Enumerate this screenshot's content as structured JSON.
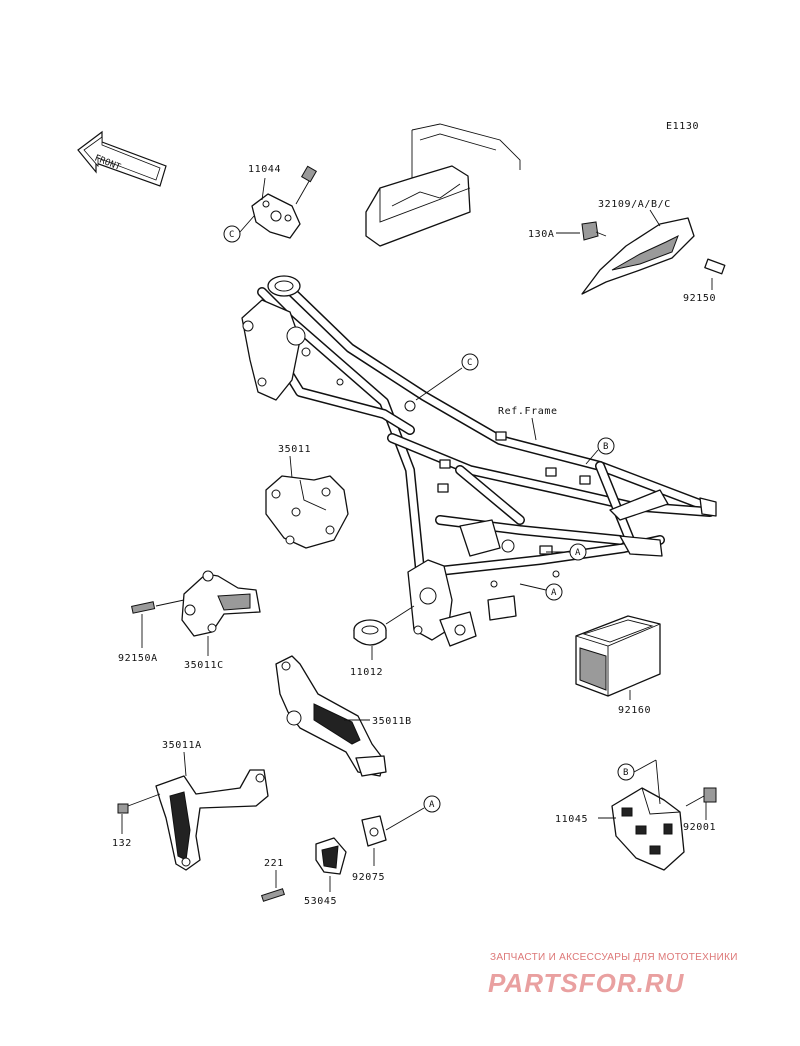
{
  "diagram": {
    "code": "E1130",
    "front_marker": "FRONT",
    "frame_label": "Ref.Frame"
  },
  "parts": {
    "p11044": "11044",
    "p32109": "32109/A/B/C",
    "p130A": "130A",
    "p92150": "92150",
    "p35011": "35011",
    "p92150A": "92150A",
    "p35011C": "35011C",
    "p11012": "11012",
    "p92160": "92160",
    "p35011B": "35011B",
    "p35011A": "35011A",
    "p132": "132",
    "p221": "221",
    "p53045": "53045",
    "p92075": "92075",
    "p11045": "11045",
    "p92001": "92001"
  },
  "callouts": {
    "A": "A",
    "B": "B",
    "C": "C"
  },
  "watermark": {
    "tagline": "ЗАПЧАСТИ И АКСЕССУАРЫ ДЛЯ МОТОТЕХНИКИ",
    "logo": "PARTSFOR.RU"
  }
}
